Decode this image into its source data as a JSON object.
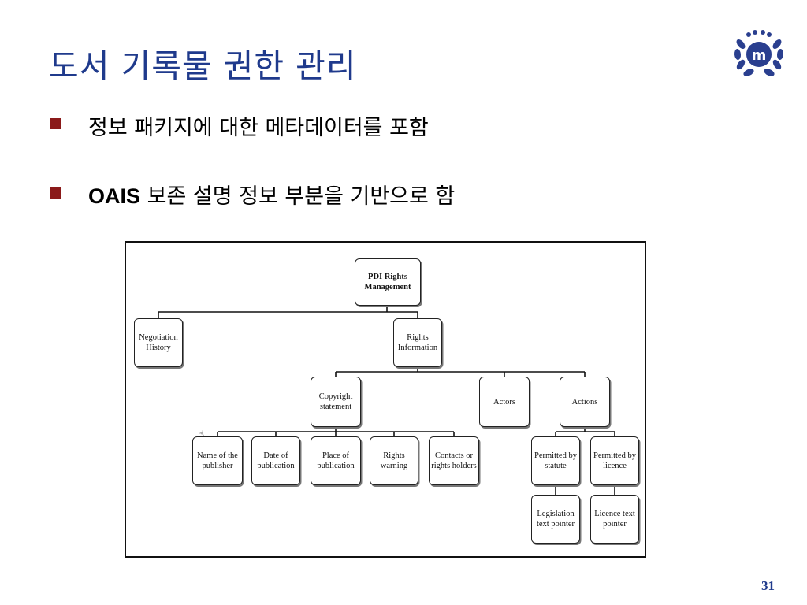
{
  "title": "도서 기록물 권한 관리",
  "bullets": [
    {
      "prefix": "",
      "text": "정보 패키지에 대한 메타데이터를 포함"
    },
    {
      "prefix": "OAIS",
      "text": " 보존 설명 정보 부분을 기반으로 함"
    }
  ],
  "diagram": {
    "nodes": {
      "root": "PDI Rights Management",
      "negotiation_history": "Negotiation History",
      "rights_information": "Rights Information",
      "copyright_statement": "Copyright statement",
      "actors": "Actors",
      "actions": "Actions",
      "name_of_publisher": "Name of the publisher",
      "date_of_publication": "Date of publication",
      "place_of_publication": "Place of publication",
      "rights_warning": "Rights warning",
      "contacts_or_rights_holders": "Contacts or rights holders",
      "permitted_by_statute": "Permitted by statute",
      "permitted_by_licence": "Permitted by licence",
      "legislation_text_pointer": "Legislation text pointer",
      "licence_text_pointer": "Licence text pointer"
    }
  },
  "page_number": "31",
  "colors": {
    "title": "#1f3a8c",
    "bullet": "#8b1a1a",
    "logo": "#2a3f8f"
  }
}
